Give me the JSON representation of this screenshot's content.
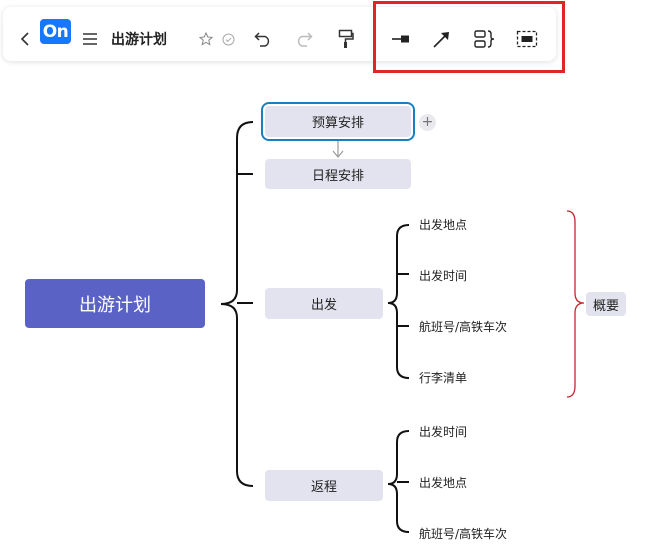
{
  "toolbar": {
    "logo": "On",
    "doc_title": "出游计划"
  },
  "map": {
    "root": "出游计划",
    "branches": [
      {
        "label": "预算安排"
      },
      {
        "label": "日程安排"
      },
      {
        "label": "出发",
        "children": [
          "出发地点",
          "出发时间",
          "航班号/高铁车次",
          "行李清单"
        ],
        "summary": "概要"
      },
      {
        "label": "返程",
        "children": [
          "出发时间",
          "出发地点",
          "航班号/高铁车次"
        ]
      }
    ],
    "add_symbol": "+"
  },
  "colors": {
    "root_fill": "#5b62c5",
    "node_fill": "#e3e3ef",
    "selection": "#1a7fc1",
    "summary_brace": "#c0282d",
    "highlight_box": "#e0252a",
    "logo_bg": "#1677ff"
  }
}
